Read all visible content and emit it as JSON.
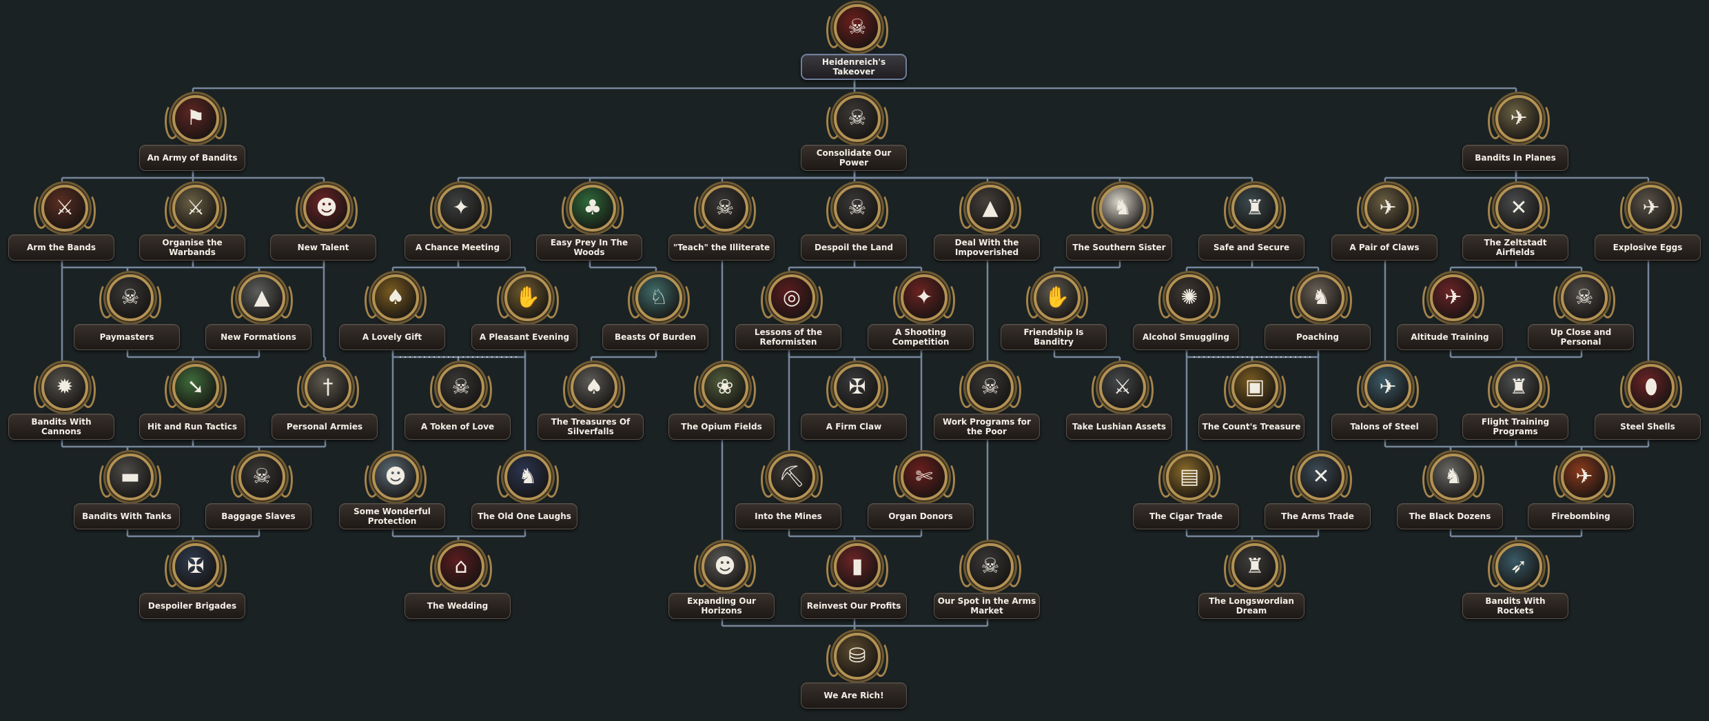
{
  "tree": {
    "colors": {
      "background": "#1b2224",
      "line": "#76869b",
      "frame_gold": "#b39253",
      "label_text": "#f3efe6"
    },
    "nodes": [
      {
        "id": "heidenreich",
        "label": "Heidenreich's Takeover",
        "icon": "skull-pile-icon",
        "symbol": "☠",
        "bg": "#6b1f1c"
      },
      {
        "id": "army",
        "label": "An Army of Bandits",
        "icon": "bandit-helmet-icon",
        "symbol": "⚑",
        "bg": "#5e2622"
      },
      {
        "id": "consolidate",
        "label": "Consolidate Our Power",
        "icon": "skull-helmet-icon",
        "symbol": "☠",
        "bg": "#3b3835"
      },
      {
        "id": "planes",
        "label": "Bandits In Planes",
        "icon": "plane-icon",
        "symbol": "✈",
        "bg": "#6b6042"
      },
      {
        "id": "arm",
        "label": "Arm the Bands",
        "icon": "weapons-banner-icon",
        "symbol": "⚔",
        "bg": "#5b2e22"
      },
      {
        "id": "organise",
        "label": "Organise the Warbands",
        "icon": "crossed-rifles-icon",
        "symbol": "⚔",
        "bg": "#6b6045"
      },
      {
        "id": "talent",
        "label": "New Talent",
        "icon": "bandit-portrait-icon",
        "symbol": "☻",
        "bg": "#6b2426"
      },
      {
        "id": "chance",
        "label": "A Chance Meeting",
        "icon": "meeting-icon",
        "symbol": "✦",
        "bg": "#3d4140"
      },
      {
        "id": "easyprey",
        "label": "Easy Prey In The Woods",
        "icon": "pine-tree-icon",
        "symbol": "♣",
        "bg": "#2f6b3a"
      },
      {
        "id": "teach",
        "label": "\"Teach\" the Illiterate",
        "icon": "skull-icon",
        "symbol": "☠",
        "bg": "#3a3836"
      },
      {
        "id": "despoil",
        "label": "Despoil the Land",
        "icon": "skull-icon",
        "symbol": "☠",
        "bg": "#3a3836"
      },
      {
        "id": "impoverished",
        "label": "Deal With the Impoverished",
        "icon": "rubble-icon",
        "symbol": "▲",
        "bg": "#45403b"
      },
      {
        "id": "southern",
        "label": "The Southern Sister",
        "icon": "pony-portrait-icon",
        "symbol": "♞",
        "bg": "#d8d4c8"
      },
      {
        "id": "safe",
        "label": "Safe and Secure",
        "icon": "fortress-icon",
        "symbol": "♜",
        "bg": "#3c4a4e"
      },
      {
        "id": "claws",
        "label": "A Pair of Claws",
        "icon": "griffon-wings-icon",
        "symbol": "✈",
        "bg": "#6a5e42"
      },
      {
        "id": "zeltstadt",
        "label": "The Zeltstadt Airfields",
        "icon": "crossed-propellers-icon",
        "symbol": "✕",
        "bg": "#4a4c4d"
      },
      {
        "id": "eggs",
        "label": "Explosive Eggs",
        "icon": "bomb-plane-icon",
        "symbol": "✈",
        "bg": "#5b544a"
      },
      {
        "id": "paymasters",
        "label": "Paymasters",
        "icon": "skull-icon",
        "symbol": "☠",
        "bg": "#3a3836"
      },
      {
        "id": "formations",
        "label": "New Formations",
        "icon": "formation-icon",
        "symbol": "▲",
        "bg": "#5d5e5c"
      },
      {
        "id": "gift",
        "label": "A Lovely Gift",
        "icon": "gift-card-icon",
        "symbol": "♠",
        "bg": "#7a5b20"
      },
      {
        "id": "evening",
        "label": "A Pleasant Evening",
        "icon": "handshake-icon",
        "symbol": "✋",
        "bg": "#6f5a2e"
      },
      {
        "id": "beasts",
        "label": "Beasts Of Burden",
        "icon": "beast-icon",
        "symbol": "♘",
        "bg": "#3f6b68"
      },
      {
        "id": "reformisten",
        "label": "Lessons of the Reformisten",
        "icon": "target-icon",
        "symbol": "◎",
        "bg": "#5a1d1f"
      },
      {
        "id": "shooting",
        "label": "A Shooting Competition",
        "icon": "pistol-icon",
        "symbol": "✦",
        "bg": "#6a2321"
      },
      {
        "id": "friendship",
        "label": "Friendship Is Banditry",
        "icon": "handshake-icon",
        "symbol": "✋",
        "bg": "#5f5a4f"
      },
      {
        "id": "alcohol",
        "label": "Alcohol Smuggling",
        "icon": "bottle-icon",
        "symbol": "✺",
        "bg": "#3e3833"
      },
      {
        "id": "poaching",
        "label": "Poaching",
        "icon": "wolf-icon",
        "symbol": "♞",
        "bg": "#6b6257"
      },
      {
        "id": "altitude",
        "label": "Altitude Training",
        "icon": "wings-shield-icon",
        "symbol": "✈",
        "bg": "#6b2426"
      },
      {
        "id": "closeup",
        "label": "Up Close and Personal",
        "icon": "skull-helmet-icon",
        "symbol": "☠",
        "bg": "#4f4b47"
      },
      {
        "id": "cannons",
        "label": "Bandits With Cannons",
        "icon": "cannon-icon",
        "symbol": "✹",
        "bg": "#55524c"
      },
      {
        "id": "hitrun",
        "label": "Hit and Run Tactics",
        "icon": "green-arrow-icon",
        "symbol": "➘",
        "bg": "#3f6b3a"
      },
      {
        "id": "armies",
        "label": "Personal Armies",
        "icon": "sword-icon",
        "symbol": "†",
        "bg": "#5e5a4f"
      },
      {
        "id": "token",
        "label": "A Token of Love",
        "icon": "skull-badge-icon",
        "symbol": "☠",
        "bg": "#3a3836"
      },
      {
        "id": "treasures",
        "label": "The Treasures Of Silverfalls",
        "icon": "treasure-card-icon",
        "symbol": "♠",
        "bg": "#5d5b56"
      },
      {
        "id": "opium",
        "label": "The Opium Fields",
        "icon": "poppy-icon",
        "symbol": "❀",
        "bg": "#4f5b3a"
      },
      {
        "id": "firmclaw",
        "label": "A Firm Claw",
        "icon": "eagle-emblem-icon",
        "symbol": "✠",
        "bg": "#3a3a3c"
      },
      {
        "id": "workprog",
        "label": "Work Programs for the Poor",
        "icon": "skull-icon",
        "symbol": "☠",
        "bg": "#3a3836"
      },
      {
        "id": "lushian",
        "label": "Take Lushian Assets",
        "icon": "crossed-swords-icon",
        "symbol": "⚔",
        "bg": "#45484a"
      },
      {
        "id": "counts",
        "label": "The Count's Treasure",
        "icon": "treasure-chest-icon",
        "symbol": "▣",
        "bg": "#7a5b20"
      },
      {
        "id": "talons",
        "label": "Talons of Steel",
        "icon": "armored-plane-icon",
        "symbol": "✈",
        "bg": "#3c5a66"
      },
      {
        "id": "flight",
        "label": "Flight Training Programs",
        "icon": "chess-pieces-icon",
        "symbol": "♜",
        "bg": "#4e5150"
      },
      {
        "id": "shells",
        "label": "Steel Shells",
        "icon": "shell-icon",
        "symbol": "⬮",
        "bg": "#6b2426"
      },
      {
        "id": "tanks",
        "label": "Bandits With Tanks",
        "icon": "tank-icon",
        "symbol": "▬",
        "bg": "#4e4c48"
      },
      {
        "id": "baggage",
        "label": "Baggage Slaves",
        "icon": "skull-icon",
        "symbol": "☠",
        "bg": "#3a3836"
      },
      {
        "id": "wonderful",
        "label": "Some Wonderful Protection",
        "icon": "soldier-icon",
        "symbol": "☻",
        "bg": "#5c6a74"
      },
      {
        "id": "oldone",
        "label": "The Old One Laughs",
        "icon": "dark-creature-icon",
        "symbol": "♞",
        "bg": "#2c3550"
      },
      {
        "id": "mines",
        "label": "Into the Mines",
        "icon": "mine-cart-icon",
        "symbol": "⛏",
        "bg": "#3d3a36"
      },
      {
        "id": "organ",
        "label": "Organ Donors",
        "icon": "blades-icon",
        "symbol": "✄",
        "bg": "#6b1f1c"
      },
      {
        "id": "cigar",
        "label": "The Cigar Trade",
        "icon": "cigar-box-icon",
        "symbol": "▤",
        "bg": "#8a6a28"
      },
      {
        "id": "armstrade",
        "label": "The Arms Trade",
        "icon": "crossed-rifles-icon",
        "symbol": "✕",
        "bg": "#3c4a55"
      },
      {
        "id": "blackdozens",
        "label": "The Black Dozens",
        "icon": "leopard-icon",
        "symbol": "♞",
        "bg": "#6a6a66"
      },
      {
        "id": "firebombing",
        "label": "Firebombing",
        "icon": "fire-plane-icon",
        "symbol": "✈",
        "bg": "#8a3a1c"
      },
      {
        "id": "despoiler",
        "label": "Despoiler Brigades",
        "icon": "eagle-icon",
        "symbol": "✠",
        "bg": "#2f3a4e"
      },
      {
        "id": "wedding",
        "label": "The Wedding",
        "icon": "wedding-icon",
        "symbol": "⌂",
        "bg": "#5a1d1f"
      },
      {
        "id": "expanding",
        "label": "Expanding Our Horizons",
        "icon": "merchant-icon",
        "symbol": "☻",
        "bg": "#5b5a56"
      },
      {
        "id": "reinvest",
        "label": "Reinvest Our Profits",
        "icon": "profits-icon",
        "symbol": "▮",
        "bg": "#6b2426"
      },
      {
        "id": "armsmarket",
        "label": "Our Spot in the Arms Market",
        "icon": "skull-icon",
        "symbol": "☠",
        "bg": "#3a3836"
      },
      {
        "id": "longsword",
        "label": "The Longswordian Dream",
        "icon": "statue-icon",
        "symbol": "♜",
        "bg": "#3d3d3a"
      },
      {
        "id": "rockets",
        "label": "Bandits With Rockets",
        "icon": "rocket-icon",
        "symbol": "➶",
        "bg": "#3a5a66"
      },
      {
        "id": "rich",
        "label": "We Are Rich!",
        "icon": "gold-coins-icon",
        "symbol": "⛁",
        "bg": "#5b4a2e"
      }
    ]
  }
}
